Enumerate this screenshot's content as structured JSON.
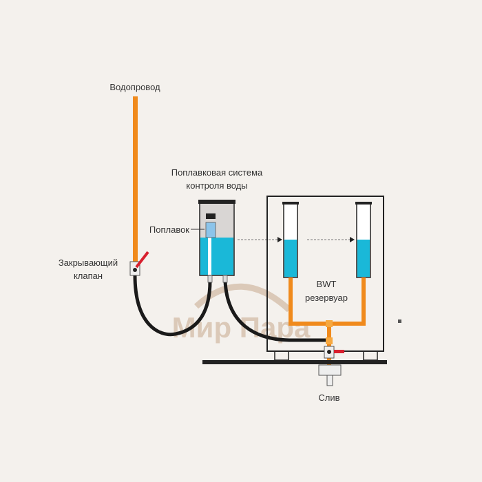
{
  "labels": {
    "water_supply": "Водопровод",
    "float_system_line1": "Поплавковая система",
    "float_system_line2": "контроля воды",
    "float": "Поплавок",
    "shutoff_valve_line1": "Закрывающий",
    "shutoff_valve_line2": "клапан",
    "reservoir_line1": "BWT",
    "reservoir_line2": "резервуар",
    "drain": "Слив"
  },
  "watermark": "Мир Пара",
  "colors": {
    "background": "#f4f1ed",
    "pipe": "#f08a1c",
    "water": "#1ab8d8",
    "hose": "#1a1a1a",
    "valve_handle": "#d8202e",
    "watermark": "#c8a98e"
  }
}
